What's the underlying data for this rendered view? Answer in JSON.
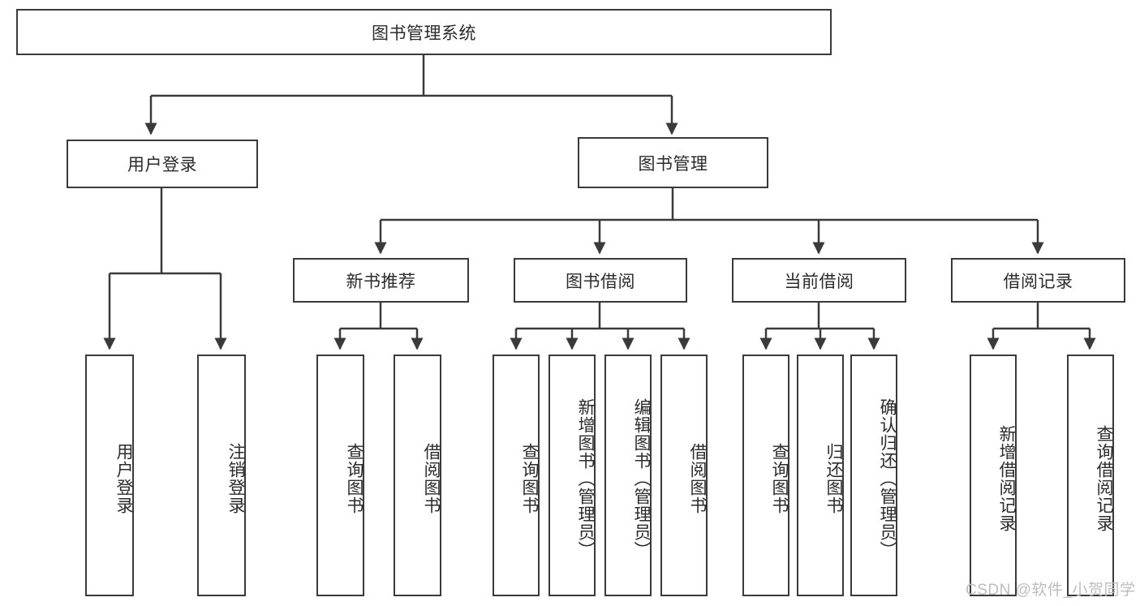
{
  "diagram": {
    "title": "图书管理系统",
    "type": "hierarchy-tree",
    "root": {
      "label": "图书管理系统"
    },
    "level2": [
      {
        "label": "用户登录"
      },
      {
        "label": "图书管理"
      }
    ],
    "level3": [
      {
        "label": "新书推荐"
      },
      {
        "label": "图书借阅"
      },
      {
        "label": "当前借阅"
      },
      {
        "label": "借阅记录"
      }
    ],
    "leaves": {
      "user_login": [
        {
          "label": "用户登录"
        },
        {
          "label": "注销登录"
        }
      ],
      "new_book_recommend": [
        {
          "label": "查询图书"
        },
        {
          "label": "借阅图书"
        }
      ],
      "book_borrow": [
        {
          "label": "查询图书"
        },
        {
          "label": "新增图书（管理员）"
        },
        {
          "label": "编辑图书（管理员）"
        },
        {
          "label": "借阅图书"
        }
      ],
      "current_borrow": [
        {
          "label": "查询图书"
        },
        {
          "label": "归还图书"
        },
        {
          "label": "确认归还（管理员）"
        }
      ],
      "borrow_record": [
        {
          "label": "新增借阅记录"
        },
        {
          "label": "查询借阅记录"
        }
      ]
    }
  },
  "watermark": {
    "text": "CSDN @软件_小贺同学"
  },
  "colors": {
    "stroke": "#3a3a3a",
    "text": "#2b2b2b",
    "background": "#ffffff",
    "watermark": "#bdbdbd"
  }
}
